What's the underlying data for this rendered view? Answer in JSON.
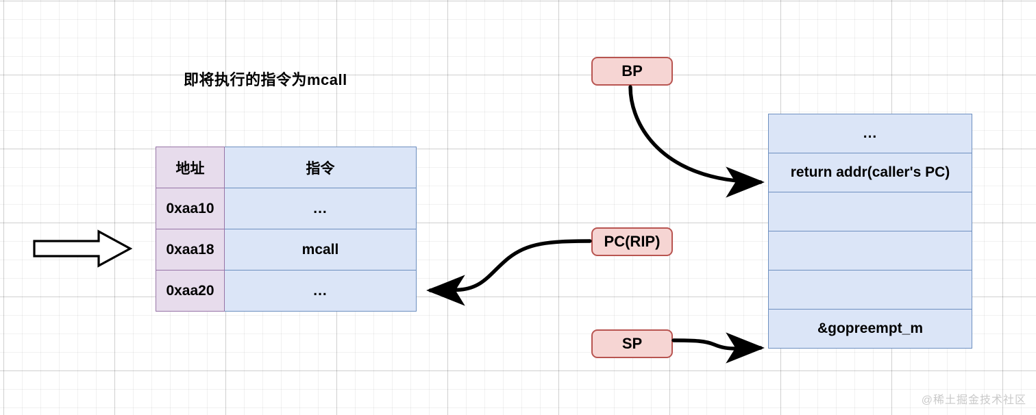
{
  "title": "即将执行的指令为mcall",
  "watermark": "@稀土掘金技术社区",
  "colors": {
    "addr_cell_fill": "#e7dcec",
    "addr_cell_border": "#9673a6",
    "instr_cell_fill": "#dbe5f7",
    "instr_cell_border": "#6c8ebf",
    "reg_box_fill": "#f6d5d3",
    "reg_box_border": "#b85450",
    "arrow_stroke": "#000000",
    "grid_line": "#e8e8e8",
    "watermark_color": "#c9c9c9"
  },
  "instruction_table": {
    "headers": [
      "地址",
      "指令"
    ],
    "rows": [
      {
        "address": "0xaa10",
        "instruction": "..."
      },
      {
        "address": "0xaa18",
        "instruction": "mcall"
      },
      {
        "address": "0xaa20",
        "instruction": "..."
      }
    ]
  },
  "stack": {
    "rows": [
      {
        "label": "..."
      },
      {
        "label": "return addr(caller's PC)"
      },
      {
        "label": ""
      },
      {
        "label": ""
      },
      {
        "label": ""
      },
      {
        "label": "&gopreempt_m"
      }
    ]
  },
  "registers": {
    "bp": "BP",
    "pc": "PC(RIP)",
    "sp": "SP"
  },
  "pointers": [
    {
      "from": "BP",
      "to": "return addr(caller's PC)"
    },
    {
      "from": "PC(RIP)",
      "to": "0xaa20"
    },
    {
      "from": "SP",
      "to": "&gopreempt_m"
    }
  ],
  "markers": {
    "left_block_arrow": "block-arrow-right"
  }
}
